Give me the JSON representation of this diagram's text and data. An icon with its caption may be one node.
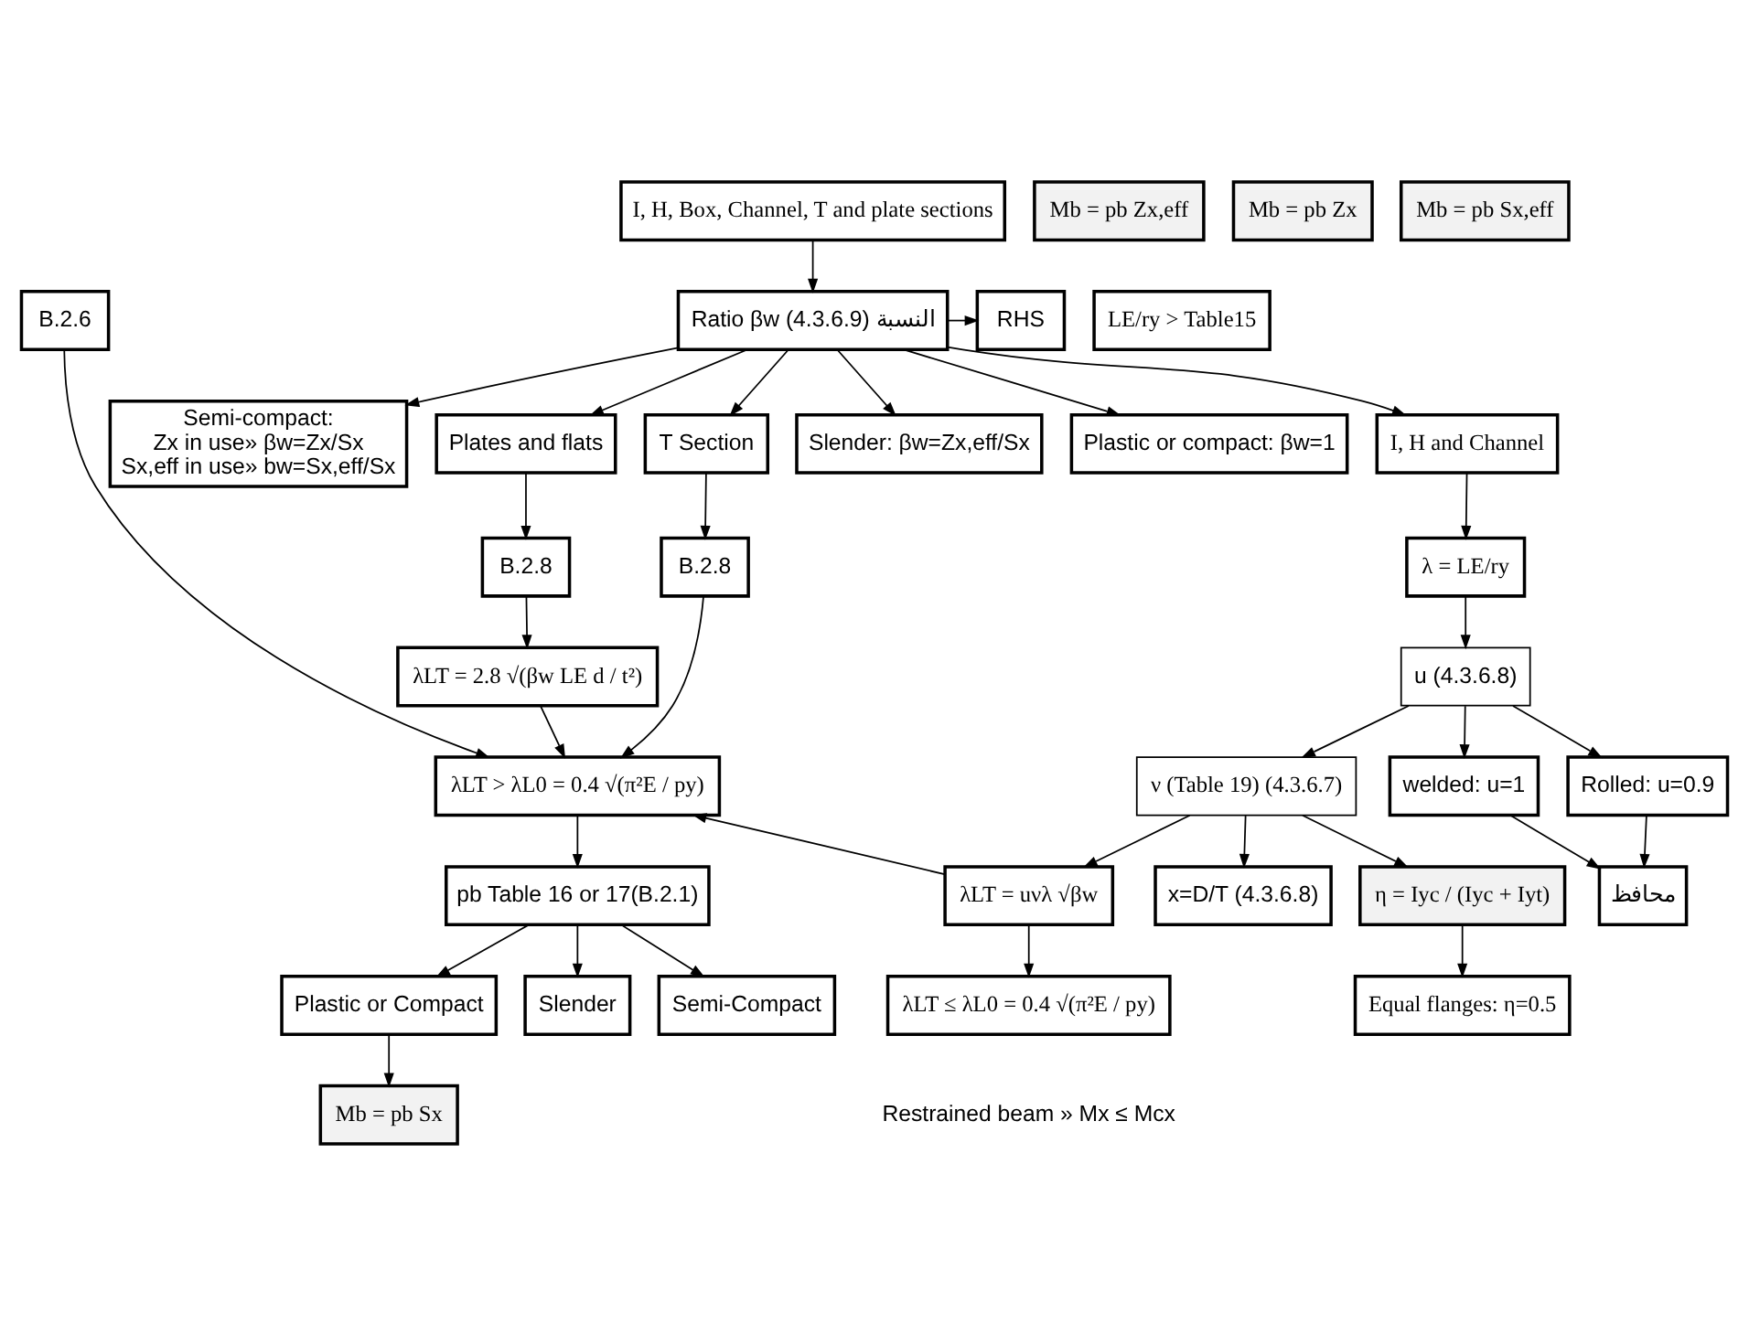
{
  "diagram": {
    "nodes": [
      {
        "text": [
          "I, H, Box, Channel, T and plate sections"
        ]
      },
      {
        "text": [
          "B.2.6"
        ]
      },
      {
        "text": [
          "LE/ry > Table15"
        ]
      },
      {
        "text": [
          "RHS"
        ]
      },
      {
        "text": [
          "Ratio βw النسبة (4.3.6.9)"
        ]
      },
      {
        "text": [
          "Plastic or compact: βw=1"
        ]
      },
      {
        "text": [
          "Semi-compact:",
          "Zx in use» βw=Zx/Sx",
          "Sx,eff in use» bw=Sx,eff/Sx"
        ]
      },
      {
        "text": [
          "T Section"
        ]
      },
      {
        "text": [
          "Plates and flats"
        ]
      },
      {
        "text": [
          "I, H and Channel"
        ]
      },
      {
        "text": [
          "Slender: βw=Zx,eff/Sx"
        ]
      },
      {
        "text": [
          "B.2.8"
        ]
      },
      {
        "text": [
          "B.2.8"
        ]
      },
      {
        "text": [
          "λ = LE/ry"
        ]
      },
      {
        "text": [
          "λLT = 2.8 √(βw LE d / t²)"
        ]
      },
      {
        "text": [
          "u (4.3.6.8)"
        ]
      },
      {
        "text": [
          "Rolled: u=0.9"
        ]
      },
      {
        "text": [
          "welded: u=1"
        ]
      },
      {
        "text": [
          "محافظ"
        ]
      },
      {
        "text": [
          "λLT > λL0 = 0.4 √(π²E / py)"
        ]
      },
      {
        "text": [
          "ν (Table 19) (4.3.6.7)"
        ]
      },
      {
        "text": [
          "η = Iyc / (Iyc + Iyt)"
        ]
      },
      {
        "text": [
          "Equal flanges: η=0.5"
        ]
      },
      {
        "text": [
          "pb Table 16 or 17(B.2.1)"
        ]
      },
      {
        "text": [
          "λLT = uνλ √βw"
        ]
      },
      {
        "text": [
          "x=D/T (4.3.6.8)"
        ]
      },
      {
        "text": [
          "Slender"
        ]
      },
      {
        "text": [
          "Semi-Compact"
        ]
      },
      {
        "text": [
          "Plastic or Compact"
        ]
      },
      {
        "text": [
          "λLT ≤ λL0 = 0.4 √(π²E / py)"
        ]
      },
      {
        "text": [
          "Mb = pb Zx,eff"
        ]
      },
      {
        "text": [
          "Mb = pb Zx"
        ]
      },
      {
        "text": [
          "Mb = pb Sx"
        ]
      },
      {
        "text": [
          "Mb = pb Sx,eff"
        ]
      }
    ],
    "edges": [
      {
        "from": 0,
        "to": 4,
        "arrow": "to"
      },
      {
        "from": 4,
        "to": 3,
        "arrow": "to"
      },
      {
        "from": 4,
        "to": 5,
        "arrow": "to"
      },
      {
        "from": 4,
        "to": 6,
        "arrow": "to"
      },
      {
        "from": 4,
        "to": 10,
        "arrow": "to"
      },
      {
        "from": 4,
        "to": 7,
        "arrow": "to"
      },
      {
        "from": 4,
        "to": 8,
        "arrow": "to"
      },
      {
        "from": 4,
        "to": 9,
        "arrow": "to"
      },
      {
        "from": 7,
        "to": 11,
        "arrow": "to"
      },
      {
        "from": 8,
        "to": 12,
        "arrow": "to"
      },
      {
        "from": 12,
        "to": 14,
        "arrow": "to"
      },
      {
        "from": 9,
        "to": 13,
        "arrow": "to"
      },
      {
        "from": 13,
        "to": 15,
        "arrow": "to"
      },
      {
        "from": 15,
        "to": 16,
        "arrow": "to"
      },
      {
        "from": 15,
        "to": 17,
        "arrow": "to"
      },
      {
        "from": 16,
        "to": 18,
        "arrow": "to"
      },
      {
        "from": 17,
        "to": 18,
        "arrow": "to"
      },
      {
        "from": 15,
        "to": 20,
        "arrow": "to"
      },
      {
        "from": 20,
        "to": 21,
        "arrow": "to"
      },
      {
        "from": 21,
        "to": 22,
        "arrow": "to"
      },
      {
        "from": 20,
        "to": 25,
        "arrow": "to"
      },
      {
        "from": 20,
        "to": 24,
        "arrow": "to"
      },
      {
        "from": 24,
        "to": 19,
        "arrow": "to"
      },
      {
        "from": 24,
        "to": 29,
        "arrow": "to"
      },
      {
        "from": 1,
        "to": 19,
        "arrow": "to"
      },
      {
        "from": 11,
        "to": 19,
        "arrow": "to"
      },
      {
        "from": 14,
        "to": 19,
        "arrow": "to"
      },
      {
        "from": 19,
        "to": 23,
        "arrow": "to"
      },
      {
        "from": 23,
        "to": 26,
        "arrow": "to"
      },
      {
        "from": 23,
        "to": 27,
        "arrow": "to"
      },
      {
        "from": 23,
        "to": 28,
        "arrow": "to"
      },
      {
        "from": 28,
        "to": 32,
        "arrow": "to"
      }
    ],
    "labels": [
      "Restrained beam » Mx ≤ Mcx"
    ]
  }
}
